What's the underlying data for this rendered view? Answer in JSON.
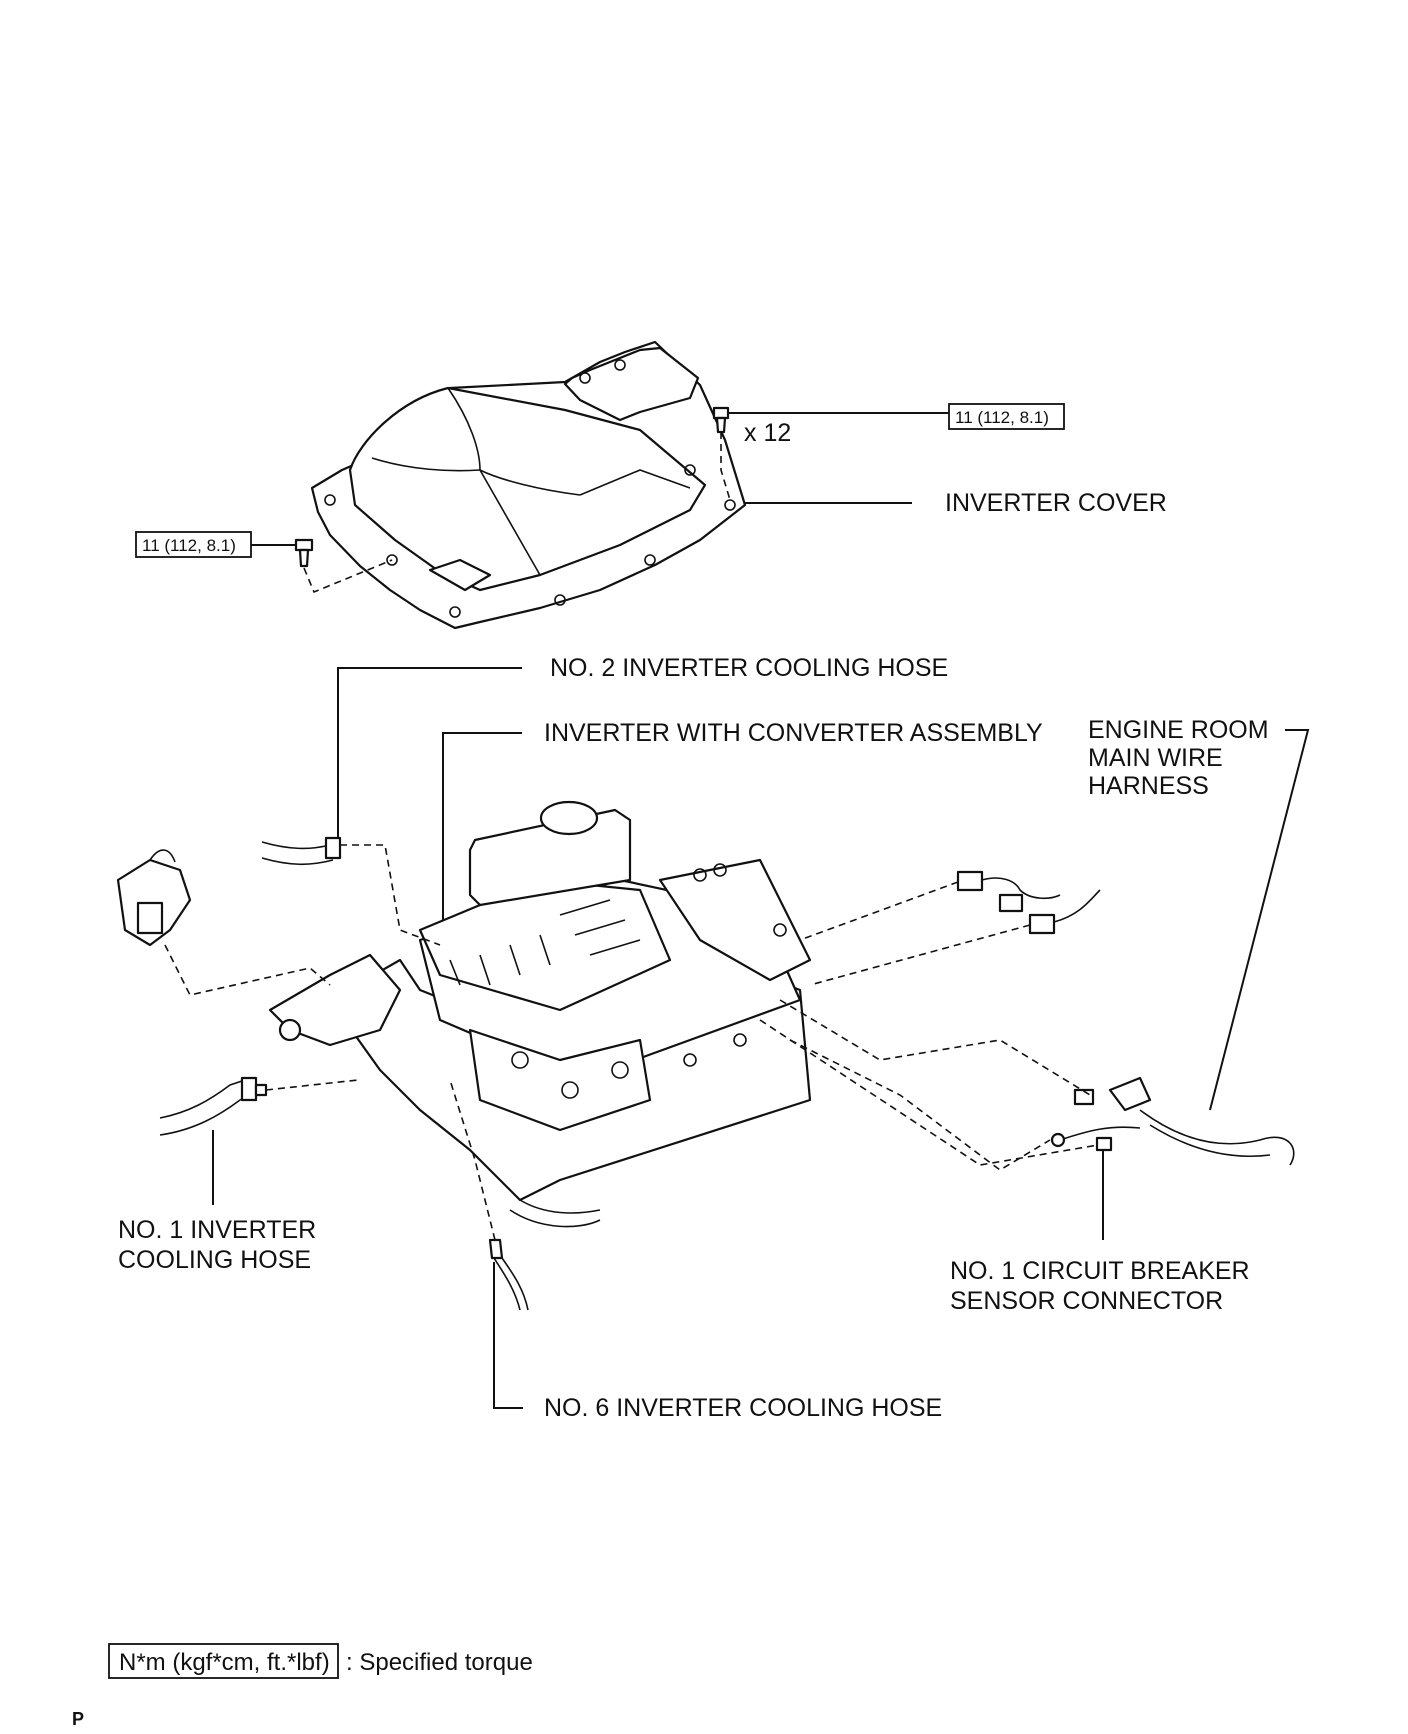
{
  "callouts": {
    "torque_top": "11 (112, 8.1)",
    "torque_left": "11 (112, 8.1)",
    "qty": "x 12",
    "inverter_cover": "INVERTER COVER",
    "no2_hose": "NO. 2 INVERTER COOLING HOSE",
    "inverter_assembly": "INVERTER WITH CONVERTER ASSEMBLY",
    "engine_room_harness": [
      "ENGINE ROOM",
      "MAIN WIRE",
      "HARNESS"
    ],
    "no1_hose": [
      "NO. 1 INVERTER",
      "COOLING HOSE"
    ],
    "circuit_breaker": [
      "NO. 1 CIRCUIT BREAKER",
      "SENSOR CONNECTOR"
    ],
    "no6_hose": "NO. 6 INVERTER COOLING HOSE"
  },
  "legend": {
    "unit_box": "N*m (kgf*cm, ft.*lbf)",
    "description": ": Specified torque"
  },
  "footer_mark": "P"
}
